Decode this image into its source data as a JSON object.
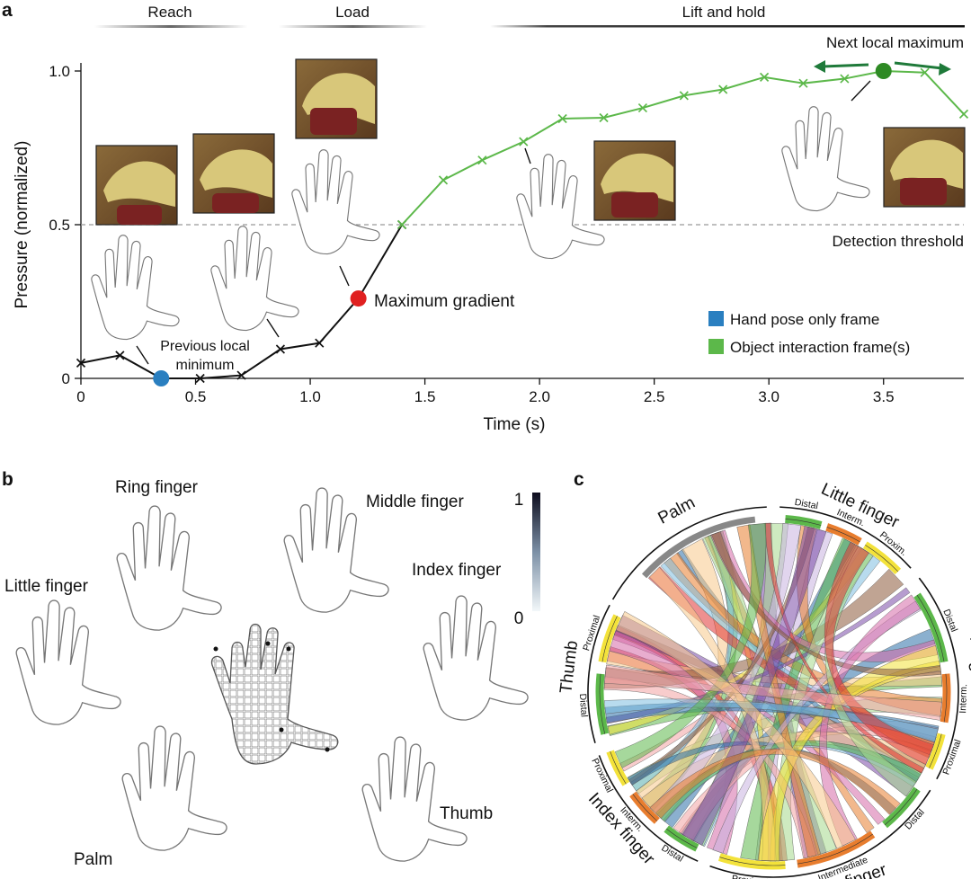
{
  "panel_a": {
    "letter": "a",
    "phases": [
      "Reach",
      "Load",
      "Lift and hold"
    ],
    "annotations": {
      "next_max": "Next local maximum",
      "prev_min": "Previous local minimum",
      "prev_min_line1": "Previous local",
      "prev_min_line2": "minimum",
      "max_gradient": "Maximum gradient",
      "threshold": "Detection threshold"
    },
    "legend": [
      {
        "label": "Hand pose only frame",
        "color": "#2a7fc0"
      },
      {
        "label": "Object interaction frame(s)",
        "color": "#5cb84a"
      }
    ]
  },
  "chart_data": {
    "type": "line",
    "xlabel": "Time (s)",
    "ylabel": "Pressure (normalized)",
    "xlim": [
      0,
      3.85
    ],
    "ylim": [
      0,
      1.0
    ],
    "xticks": [
      "0",
      "0.5",
      "1.0",
      "1.5",
      "2.0",
      "2.5",
      "3.0",
      "3.5"
    ],
    "yticks": [
      "0",
      "0.5",
      "1.0"
    ],
    "threshold": 0.5,
    "series": [
      {
        "color": "#111111",
        "x": [
          0.0,
          0.17,
          0.35,
          0.52,
          0.7,
          0.87,
          1.04,
          1.21,
          1.4
        ],
        "y": [
          0.05,
          0.075,
          0.0,
          0.0,
          0.01,
          0.095,
          0.115,
          0.26,
          0.5
        ]
      },
      {
        "color": "#5cb84a",
        "x": [
          1.4,
          1.58,
          1.75,
          1.93,
          2.1,
          2.28,
          2.45,
          2.63,
          2.8,
          2.98,
          3.15,
          3.33,
          3.5,
          3.68,
          3.85
        ],
        "y": [
          0.5,
          0.645,
          0.71,
          0.77,
          0.845,
          0.848,
          0.88,
          0.92,
          0.94,
          0.98,
          0.96,
          0.975,
          1.0,
          0.995,
          0.86
        ]
      }
    ],
    "markers": [
      {
        "x": 0.35,
        "y": 0.0,
        "color": "#2a7fc0"
      },
      {
        "x": 1.21,
        "y": 0.26,
        "color": "#e02020"
      },
      {
        "x": 3.5,
        "y": 1.0,
        "color": "#2e8a24"
      }
    ]
  },
  "panel_b": {
    "letter": "b",
    "labels": [
      "Ring finger",
      "Middle finger",
      "Little finger",
      "Index finger",
      "Thumb",
      "Palm"
    ],
    "colorbar": [
      "1",
      "0"
    ]
  },
  "panel_c": {
    "letter": "c",
    "groups": [
      "Palm",
      "Little finger",
      "Ring finger",
      "Middle finger",
      "Index finger",
      "Thumb"
    ],
    "segments": [
      "Distal",
      "Interm.",
      "Proxim.",
      "Distal",
      "Interm.",
      "Proximal",
      "Distal",
      "Intermediate",
      "Proximal",
      "Distal",
      "Interm.",
      "Proximal",
      "Distal",
      "Proximal"
    ]
  }
}
